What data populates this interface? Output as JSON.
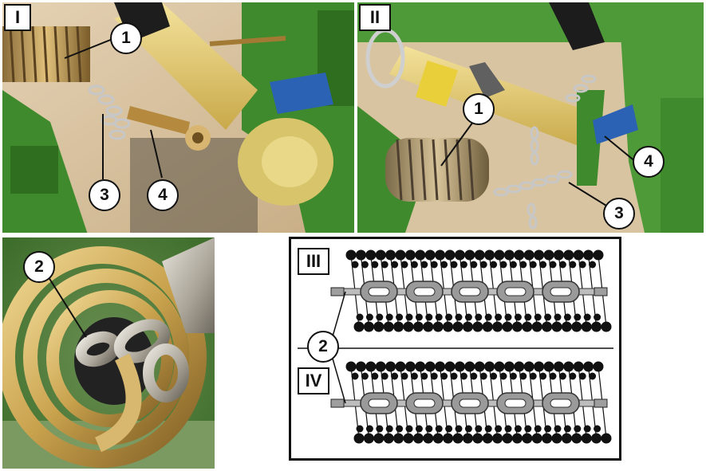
{
  "panels": {
    "panel_i": {
      "label": "I"
    },
    "panel_ii": {
      "label": "II"
    },
    "panel_iii_photo": {},
    "diagram": {
      "label_top": "III",
      "label_bottom": "IV"
    }
  },
  "callouts": {
    "one": "1",
    "two": "2",
    "three": "3",
    "four": "4"
  },
  "colors": {
    "green": "#3f8a2c",
    "yellow": "#e9d27a",
    "metal": "#b9b2a3",
    "wood": "#d9c4a1"
  }
}
